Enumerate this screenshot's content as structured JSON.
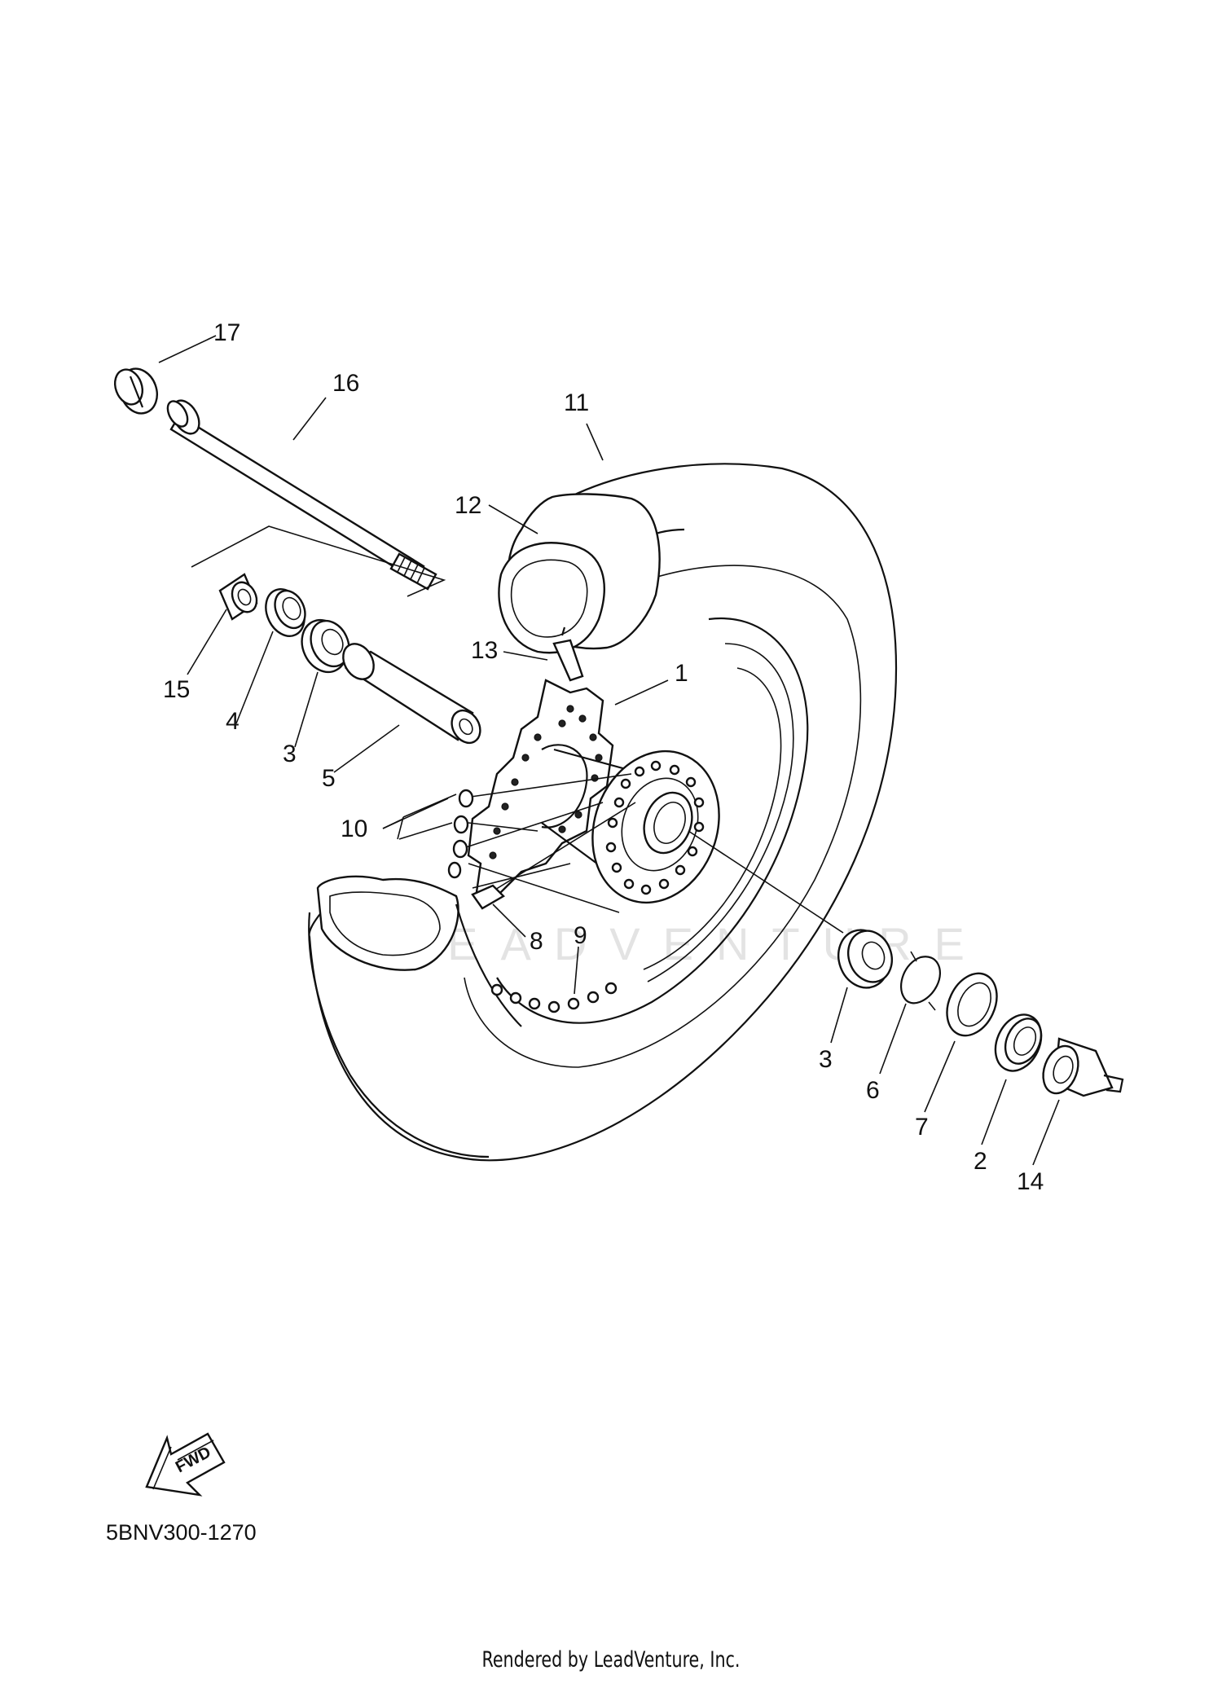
{
  "diagram": {
    "part_labels": [
      "1",
      "2",
      "3",
      "3",
      "4",
      "5",
      "6",
      "7",
      "8",
      "9",
      "10",
      "11",
      "12",
      "13",
      "14",
      "15",
      "16",
      "17"
    ],
    "fwd_label": "FWD",
    "diagram_code": "5BNV300-1270",
    "footer": "Rendered by LeadVenture, Inc.",
    "watermark": "LEADVENTURE"
  }
}
